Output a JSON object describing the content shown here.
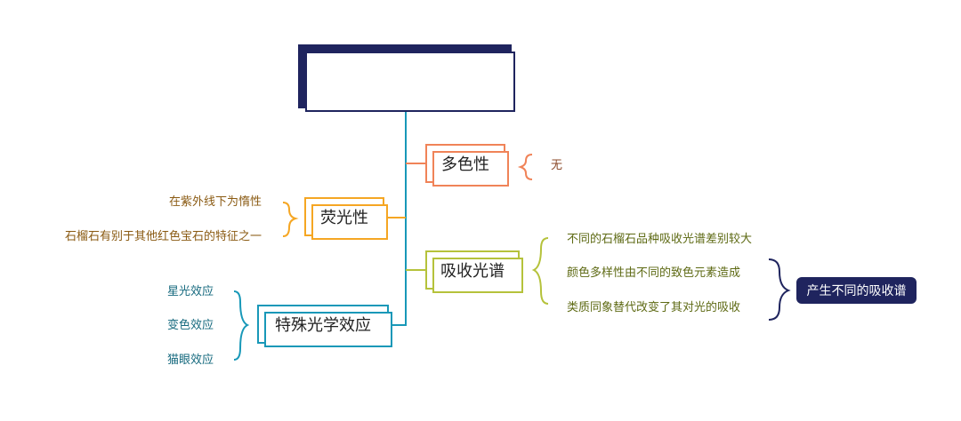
{
  "root": {
    "title": "其他光学性质"
  },
  "branches": [
    {
      "key": "duo",
      "label": "多色性",
      "color": "#f08358",
      "leaves": [
        "无"
      ]
    },
    {
      "key": "ying",
      "label": "荧光性",
      "color": "#f5a623",
      "leaves": [
        "在紫外线下为惰性",
        "石榴石有别于其他红色宝石的特征之一"
      ]
    },
    {
      "key": "xi",
      "label": "吸收光谱",
      "color": "#b5c23b",
      "leaves": [
        "不同的石榴石品种吸收光谱差别较大",
        "颜色多样性由不同的致色元素造成",
        "类质同象替代改变了其对光的吸收"
      ]
    },
    {
      "key": "te",
      "label": "特殊光学效应",
      "color": "#1898b8",
      "leaves": [
        "星光效应",
        "变色效应",
        "猫眼效应"
      ]
    }
  ],
  "result": {
    "label": "产生不同的吸收谱",
    "color": "#1f245e"
  },
  "colors": {
    "root": "#1f245e",
    "trunk": "#1898b8"
  }
}
